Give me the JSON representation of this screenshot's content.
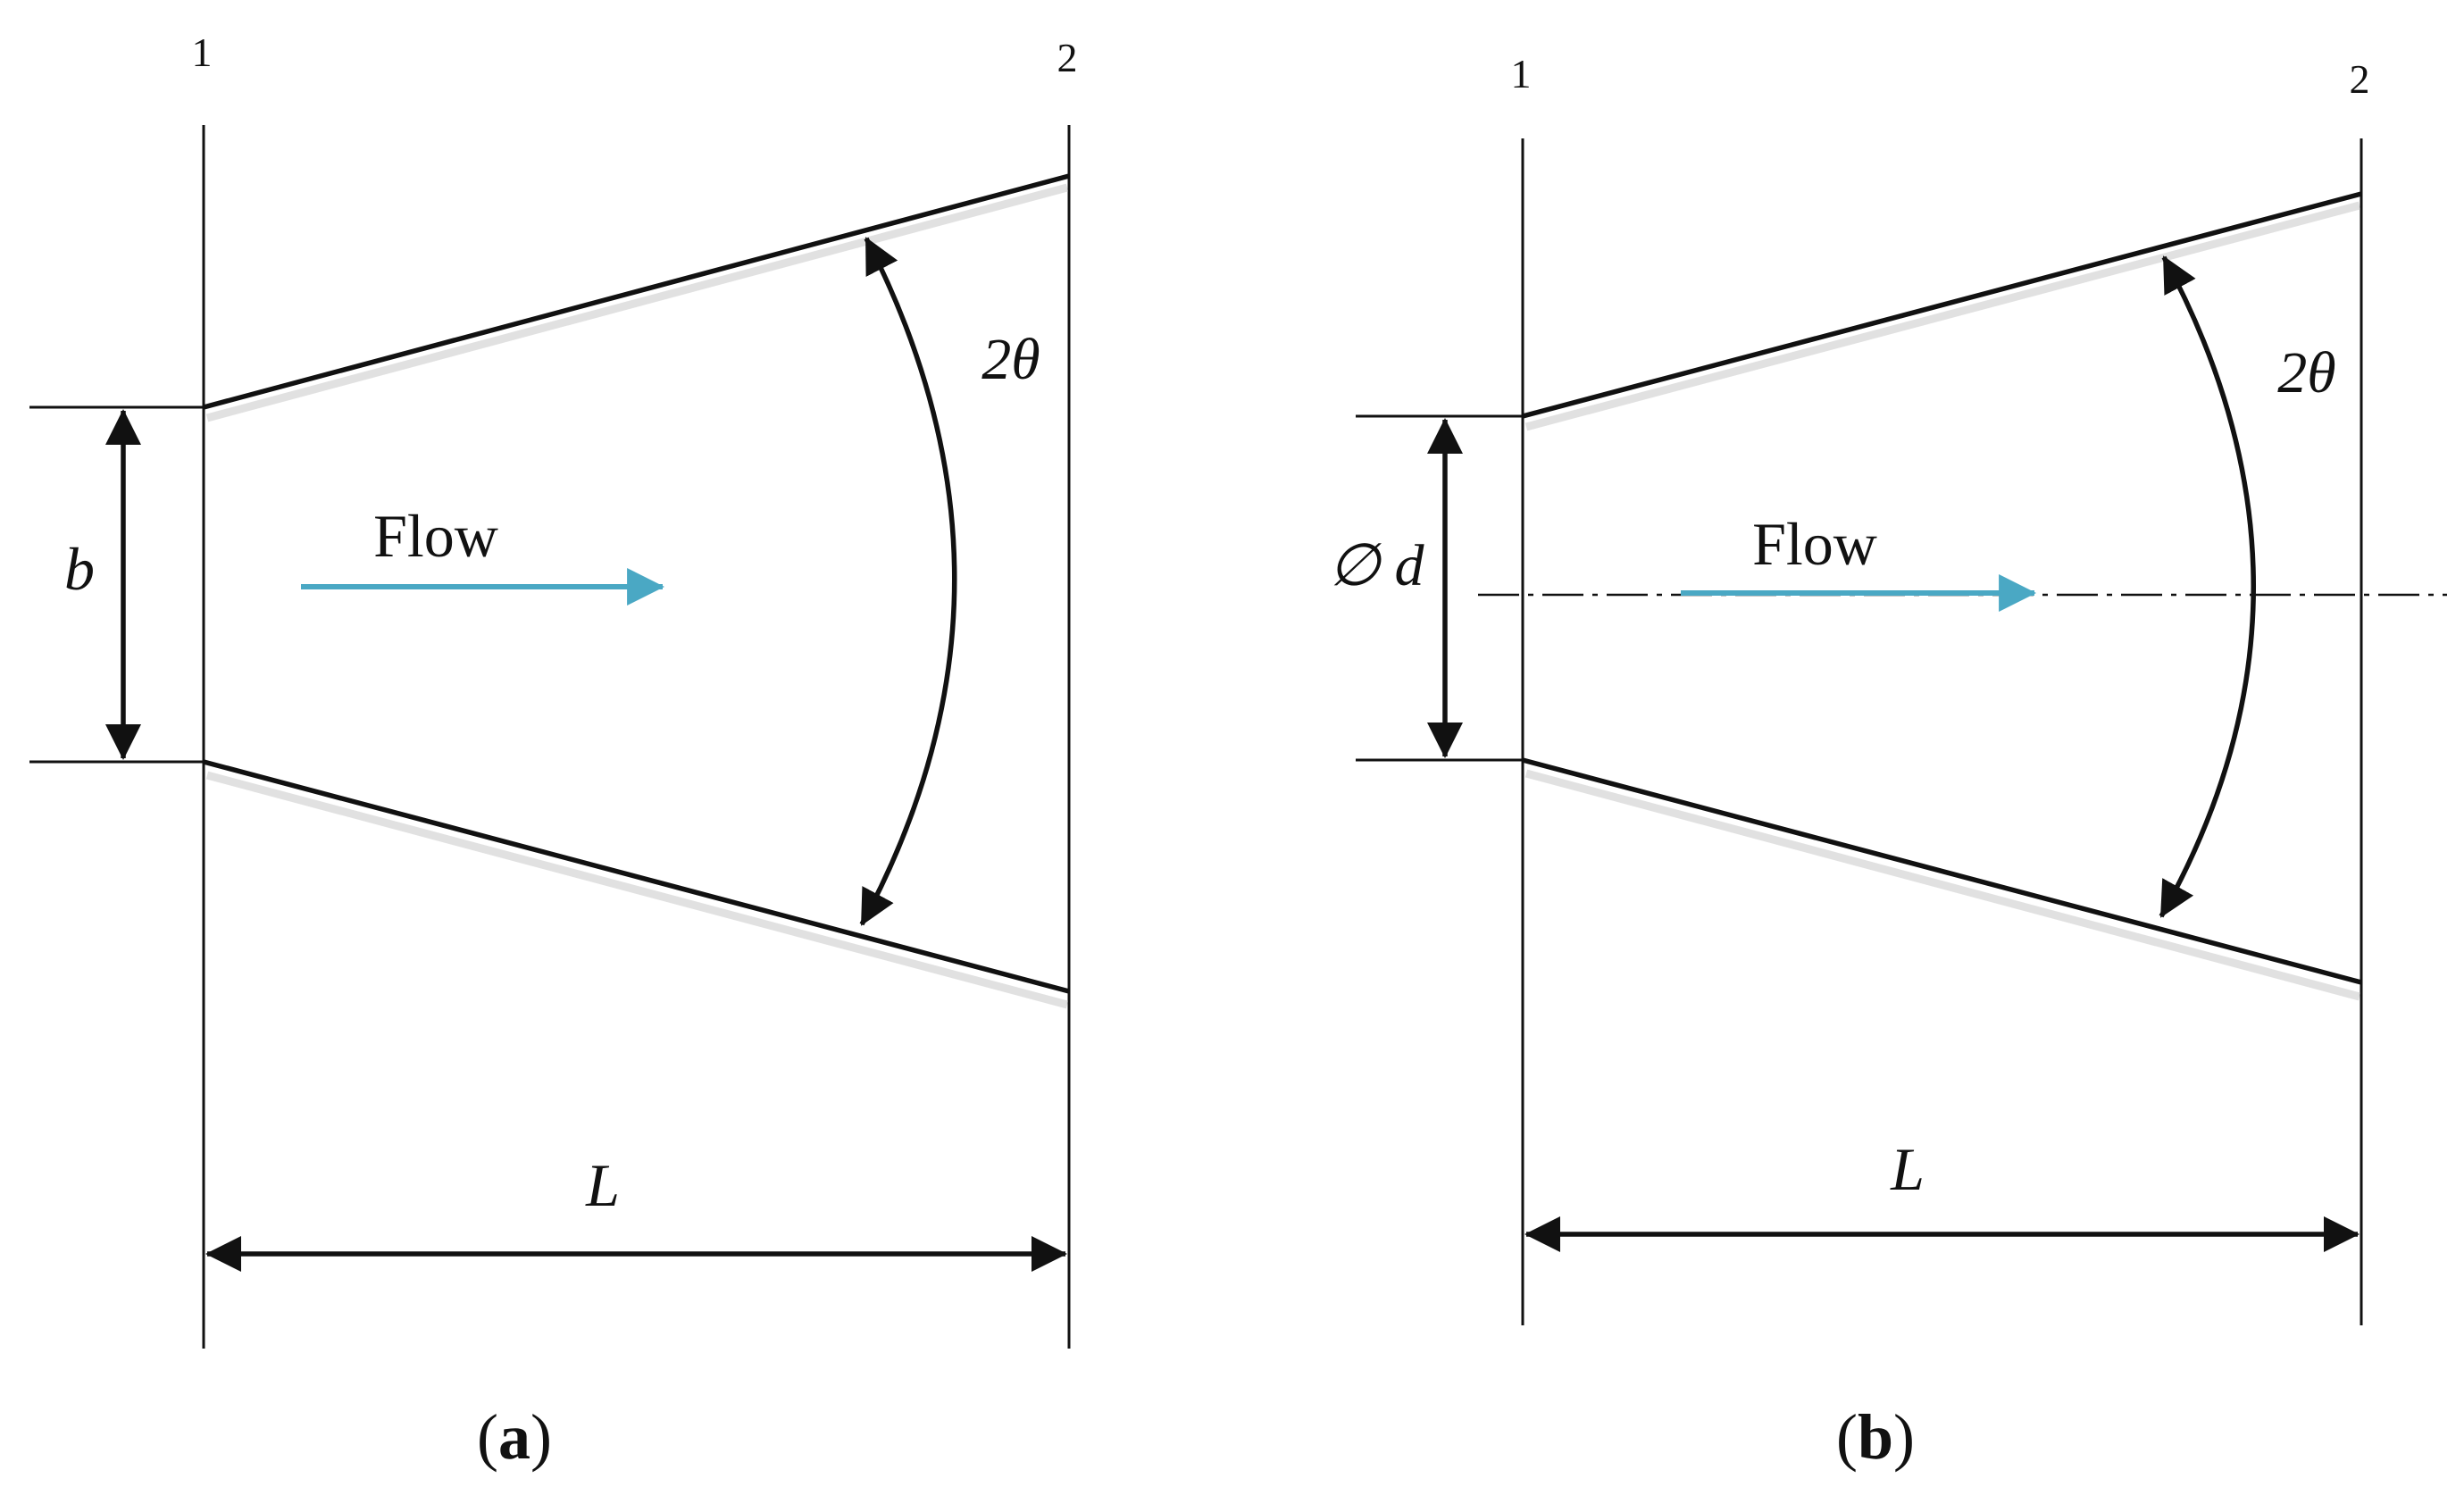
{
  "panel_a": {
    "station_1": "1",
    "station_2": "2",
    "angle_label": "2θ",
    "width_label": "b",
    "flow_label": "Flow",
    "length_label": "L",
    "caption_open": "(",
    "caption_letter": "a",
    "caption_close": ")"
  },
  "panel_b": {
    "station_1": "1",
    "station_2": "2",
    "angle_label": "2θ",
    "diameter_label": "∅ d",
    "flow_label": "Flow",
    "length_label": "L",
    "caption_open": "(",
    "caption_letter": "b",
    "caption_close": ")"
  },
  "colors": {
    "flow_arrow": "#4aa8c4",
    "lines": "#111111"
  }
}
